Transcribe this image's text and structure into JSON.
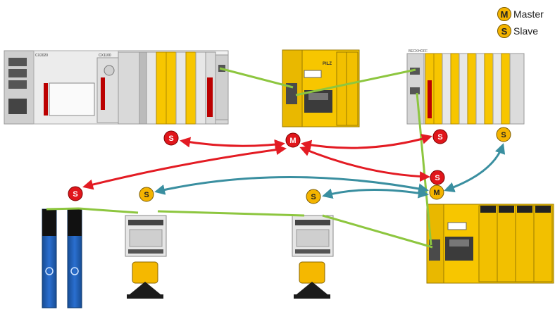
{
  "legend": {
    "master_symbol": "M",
    "master_label": "Master",
    "slave_symbol": "S",
    "slave_label": "Slave"
  },
  "devices": {
    "beckhoff_cpu_model": "CX2020",
    "beckhoff_cpu_sub": "CX1100",
    "beckhoff_brand": "BECKHOFF",
    "pilz_brand": "PILZ"
  },
  "badges": {
    "master_letter": "M",
    "slave_letter": "S"
  },
  "colors": {
    "red_badge": "#e0161b",
    "yellow_badge": "#f4b400",
    "red_arrow": "#e31b23",
    "blue_arrow": "#3a8fa0",
    "green_line": "#8dc63f",
    "pilz_yellow": "#f7c600",
    "drive_blue": "#1f5fb4"
  }
}
